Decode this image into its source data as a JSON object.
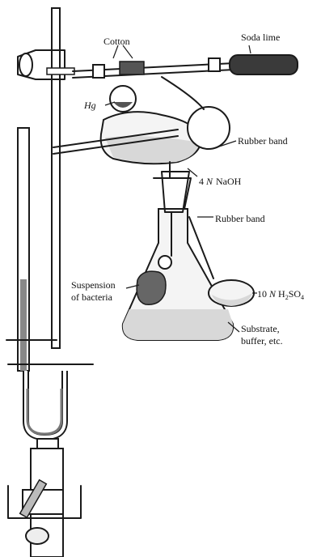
{
  "labels": {
    "cotton": "Cotton",
    "soda_lime": "Soda lime",
    "hg": "Hg",
    "rubber_band_1": "Rubber band",
    "naoh_prefix": "4",
    "naoh_n": "N",
    "naoh_rest": "NaOH",
    "rubber_band_2": "Rubber band",
    "suspension_1": "Suspension",
    "suspension_2": "of bacteria",
    "h2so4_prefix": "10",
    "h2so4_n": "N",
    "h2so4_h": "H",
    "h2so4_sub2": "2",
    "h2so4_so": "SO",
    "h2so4_sub4": "4",
    "substrate_1": "Substrate,",
    "substrate_2": "buffer, etc."
  }
}
